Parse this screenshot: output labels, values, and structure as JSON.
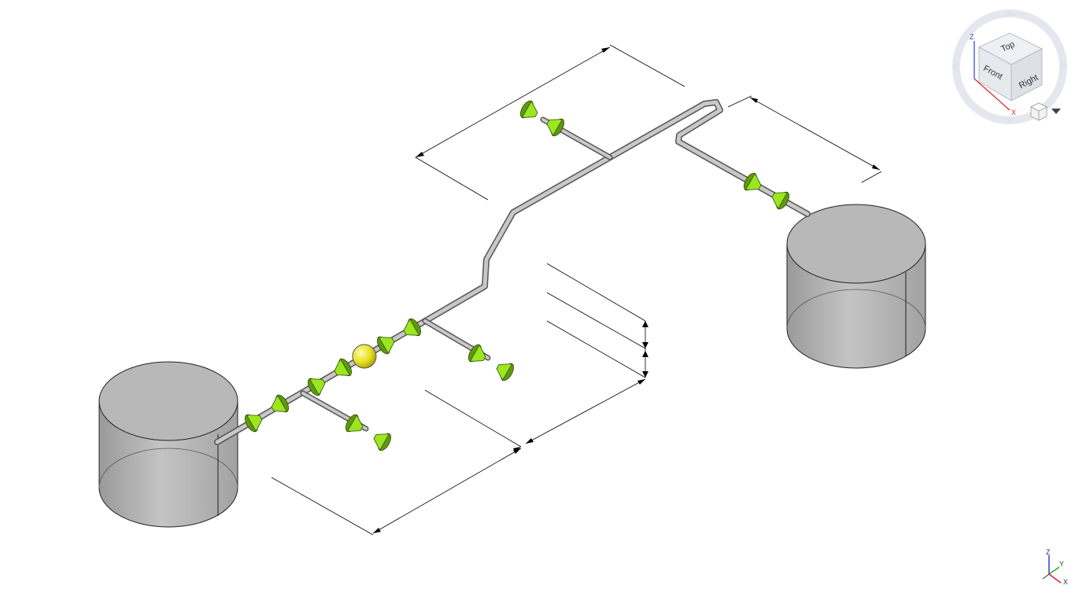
{
  "viewcube": {
    "face_top": "Top",
    "face_front": "Front",
    "face_right": "Right",
    "axis_z": "Z",
    "axis_x": "X"
  },
  "triad": {
    "axis_z": "Z",
    "axis_y": "Y",
    "axis_x": "X"
  },
  "colors": {
    "background": "#ffffff",
    "pipe": "#b0b0b0",
    "tank": "#b8b8b8",
    "support_light": "#9be61e",
    "support_dark": "#5e9a10",
    "ball_valve": "#e8e82a",
    "dimension_line": "#000000"
  },
  "icons": [
    "view-cube-icon",
    "home-view-icon",
    "view-menu-icon",
    "coordinate-triad-icon"
  ]
}
